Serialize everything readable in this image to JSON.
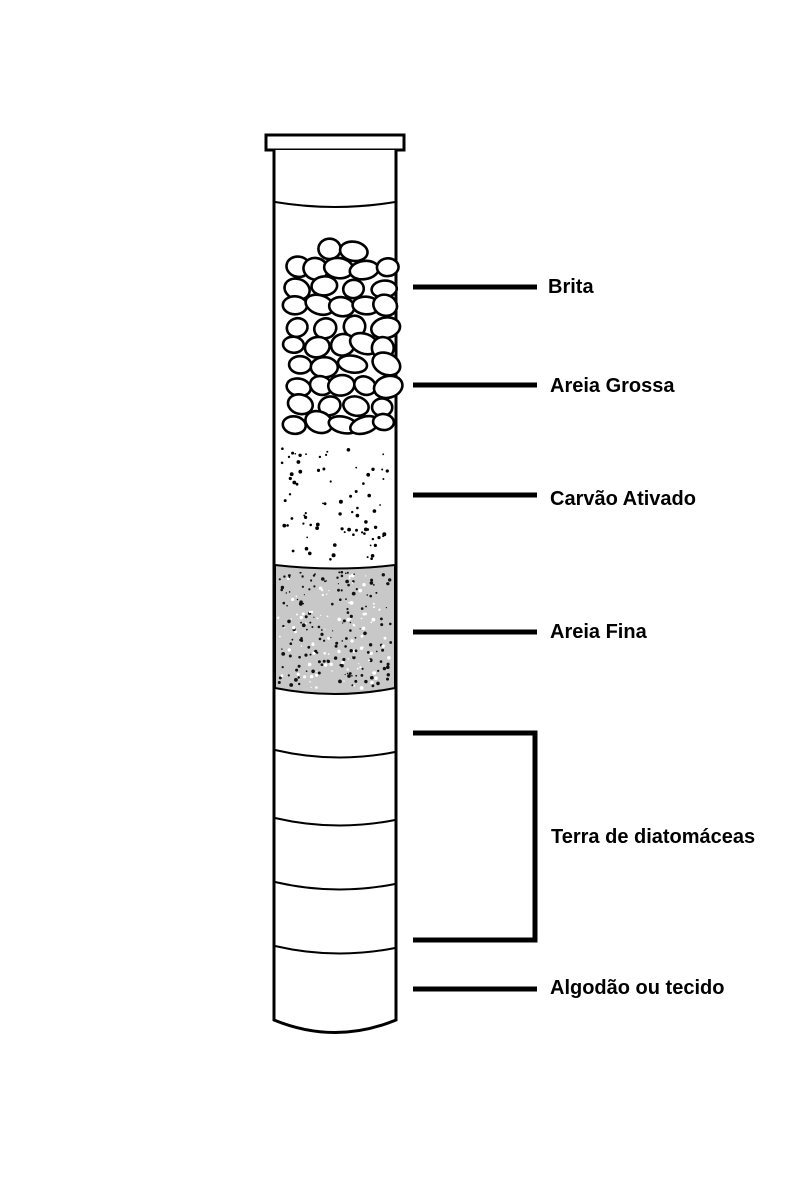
{
  "colors": {
    "stroke": "#000000",
    "background": "#ffffff",
    "fine_sand_fill": "#c8c8c8"
  },
  "labels": {
    "brita": "Brita",
    "areia_grossa": "Areia Grossa",
    "carvao_ativado": "Carvão Ativado",
    "areia_fina": "Areia Fina",
    "terra_diatomaceas": "Terra de diatomáceas",
    "algodao": "Algodão ou tecido"
  }
}
